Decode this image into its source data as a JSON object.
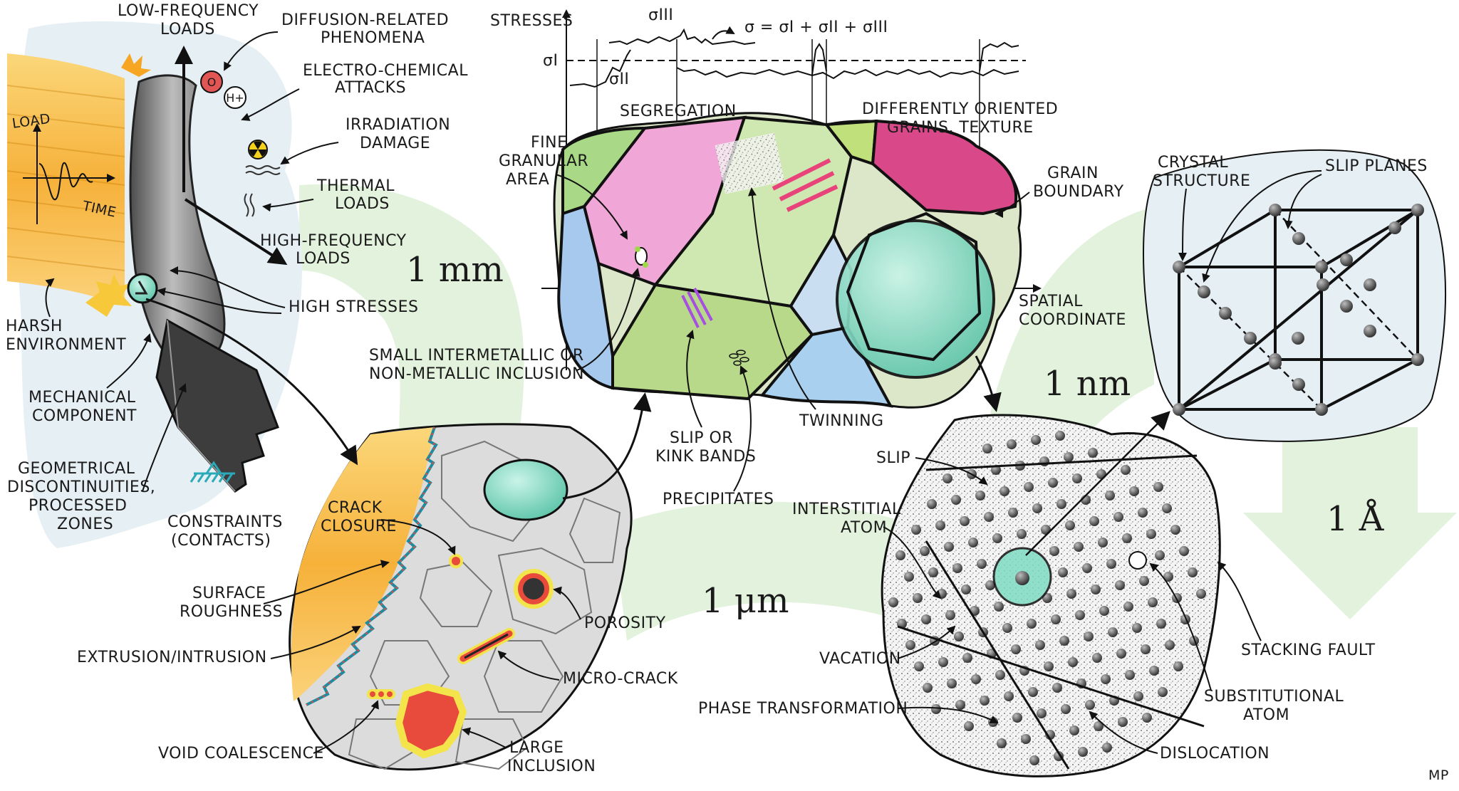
{
  "labels": {
    "low_frequency_loads": [
      "LOW-FREQUENCY",
      "LOADS"
    ],
    "diffusion": [
      "DIFFUSION-RELATED",
      "PHENOMENA"
    ],
    "electro_chemical": [
      "ELECTRO-CHEMICAL",
      "ATTACKS"
    ],
    "irradiation": [
      "IRRADIATION",
      "DAMAGE"
    ],
    "thermal": [
      "THERMAL",
      "LOADS"
    ],
    "high_frequency": [
      "HIGH-FREQUENCY",
      "LOADS"
    ],
    "high_stresses": "HIGH STRESSES",
    "harsh_env": [
      "HARSH",
      "ENVIRONMENT"
    ],
    "mech_component": [
      "MECHANICAL",
      "COMPONENT"
    ],
    "geom_disc": [
      "GEOMETRICAL",
      "DISCONTINUITIES,",
      "PROCESSED",
      "ZONES"
    ],
    "constraints": [
      "CONSTRAINTS",
      "(CONTACTS)"
    ],
    "load_axis": "LOAD",
    "time_axis": "TIME",
    "oxygen": "O",
    "hydrogen": "H+",
    "stresses": "STRESSES",
    "sigma_eq": "σ = σI + σII + σIII",
    "sigma_1": "σI",
    "sigma_2": "σII",
    "sigma_3": "σIII",
    "segregation": "SEGREGATION",
    "fine_granular": [
      "FINE",
      "GRANULAR",
      "AREA"
    ],
    "diff_grains": [
      "DIFFERENTLY ORIENTED",
      "GRAINS, TEXTURE"
    ],
    "grain_boundary": [
      "GRAIN",
      "BOUNDARY"
    ],
    "spatial": [
      "SPATIAL",
      "COORDINATE"
    ],
    "small_inclusion": [
      "SMALL INTERMETALLIC OR",
      "NON-METALLIC INCLUSION"
    ],
    "slip_kink": [
      "SLIP OR",
      "KINK BANDS"
    ],
    "twinning": "TWINNING",
    "precipitates": "PRECIPITATES",
    "crystal_structure": [
      "CRYSTAL",
      "STRUCTURE"
    ],
    "slip_planes": "SLIP PLANES",
    "crack_closure": [
      "CRACK",
      "CLOSURE"
    ],
    "surface_roughness": [
      "SURFACE",
      "ROUGHNESS"
    ],
    "extrusion": "EXTRUSION/INTRUSION",
    "porosity": "POROSITY",
    "micro_crack": "MICRO-CRACK",
    "void_coalescence": "VOID COALESCENCE",
    "large_inclusion": [
      "LARGE",
      "INCLUSION"
    ],
    "slip": "SLIP",
    "interstitial": [
      "INTERSTITIAL",
      "ATOM"
    ],
    "vacation": "VACATION",
    "phase_transformation": "PHASE TRANSFORMATION",
    "dislocation": "DISLOCATION",
    "stacking_fault": "STACKING FAULT",
    "substitutional": [
      "SUBSTITUTIONAL",
      "ATOM"
    ],
    "signature": "MP"
  },
  "scales": {
    "mm": "1 mm",
    "um": "1 μm",
    "nm": "1 nm",
    "angstrom": "1 Å"
  },
  "colors": {
    "arrow_green": "#e3f2dc",
    "panel_blue": "#e6eff4",
    "load_orange": "#f6b640",
    "grain_pink": "#f0a6d6",
    "grain_green": "#a9d986",
    "grain_magenta": "#d9498a",
    "grain_blue": "#b6d3ee",
    "sphere_teal": "#7fdcc3",
    "atom_gray": "#555555",
    "crack_red": "#e84b3c",
    "halo_yellow": "#f2e44a"
  }
}
